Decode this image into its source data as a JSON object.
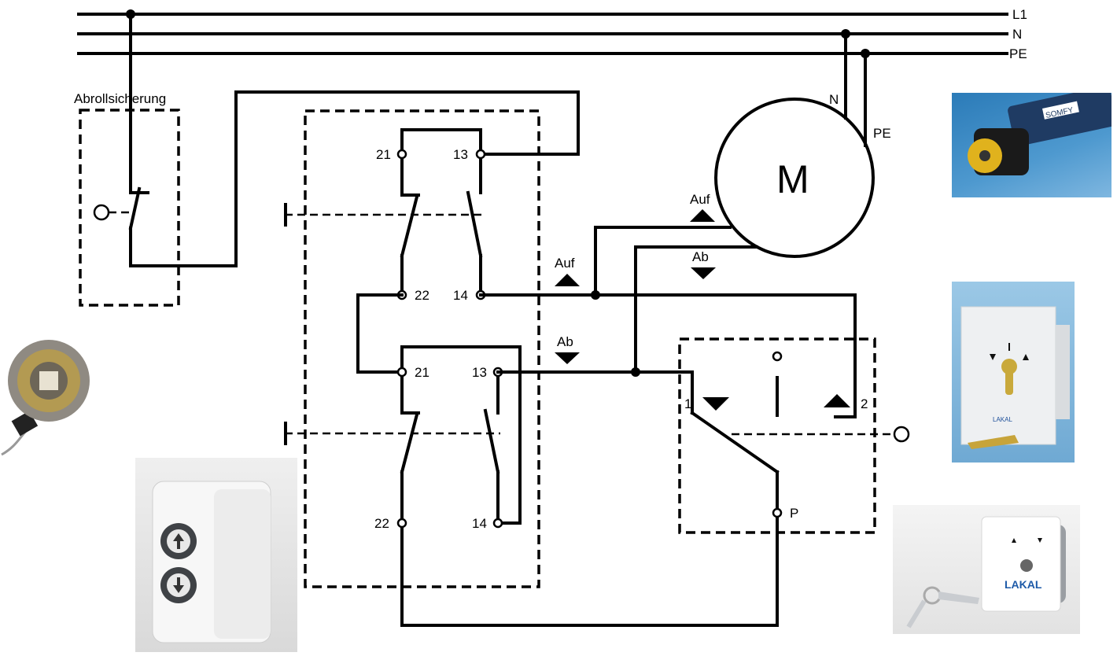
{
  "supply": {
    "l1": "L1",
    "n": "N",
    "pe": "PE"
  },
  "safety": {
    "label": "Abrollsicherung"
  },
  "motor": {
    "symbol": "M",
    "n_label": "N",
    "pe_label": "PE",
    "up": "Auf",
    "down": "Ab"
  },
  "contactor1": {
    "t21": "21",
    "t13": "13",
    "t22": "22",
    "t14": "14"
  },
  "contactor2": {
    "t21": "21",
    "t13": "13",
    "t22": "22",
    "t14": "14"
  },
  "mid": {
    "up": "Auf",
    "down": "Ab"
  },
  "keyswitch": {
    "t1": "1",
    "t2": "2",
    "tp": "P"
  },
  "photos": {
    "motor_brand": "SOMFY",
    "key_switch_brand": "LAKAL",
    "key_switch2_brand": "LAKAL"
  },
  "colors": {
    "line": "#000000",
    "background": "#ffffff"
  }
}
